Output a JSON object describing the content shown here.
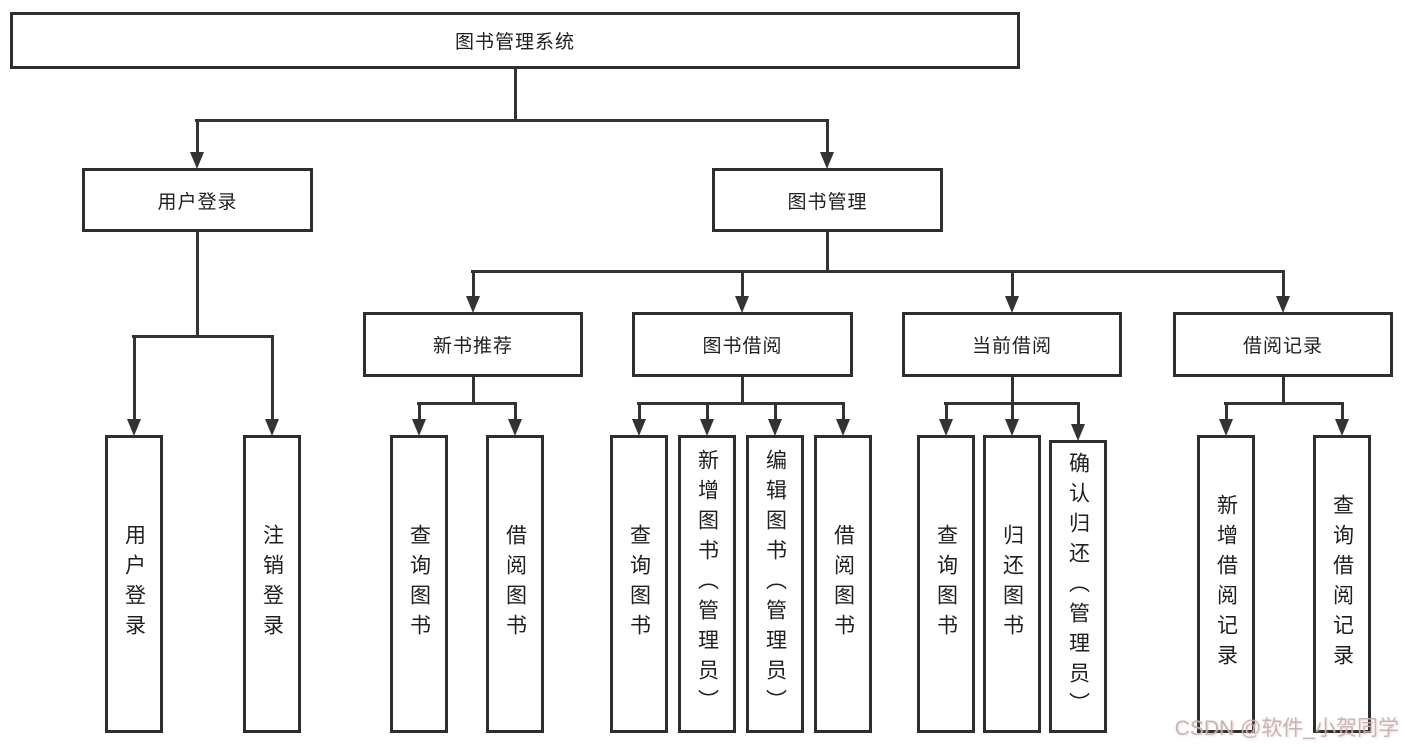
{
  "diagram": {
    "type": "hierarchy-tree",
    "tree": {
      "label": "图书管理系统",
      "children": [
        {
          "label": "用户登录",
          "children": [
            {
              "label": "用户登录"
            },
            {
              "label": "注销登录"
            }
          ]
        },
        {
          "label": "图书管理",
          "children": [
            {
              "label": "新书推荐",
              "children": [
                {
                  "label": "查询图书"
                },
                {
                  "label": "借阅图书"
                }
              ]
            },
            {
              "label": "图书借阅",
              "children": [
                {
                  "label": "查询图书"
                },
                {
                  "label": "新增图书（管理员）"
                },
                {
                  "label": "编辑图书（管理员）"
                },
                {
                  "label": "借阅图书"
                }
              ]
            },
            {
              "label": "当前借阅",
              "children": [
                {
                  "label": "查询图书"
                },
                {
                  "label": "归还图书"
                },
                {
                  "label": "确认归还（管理员）"
                }
              ]
            },
            {
              "label": "借阅记录",
              "children": [
                {
                  "label": "新增借阅记录"
                },
                {
                  "label": "查询借阅记录"
                }
              ]
            }
          ]
        }
      ]
    },
    "colors": {
      "line": "#333333",
      "box_border": "#2e2e2e",
      "text": "#1f1f1f",
      "background": "#ffffff",
      "watermark": "#beb4b4"
    }
  },
  "watermark": {
    "text": "CSDN @软件_小贺同学"
  }
}
